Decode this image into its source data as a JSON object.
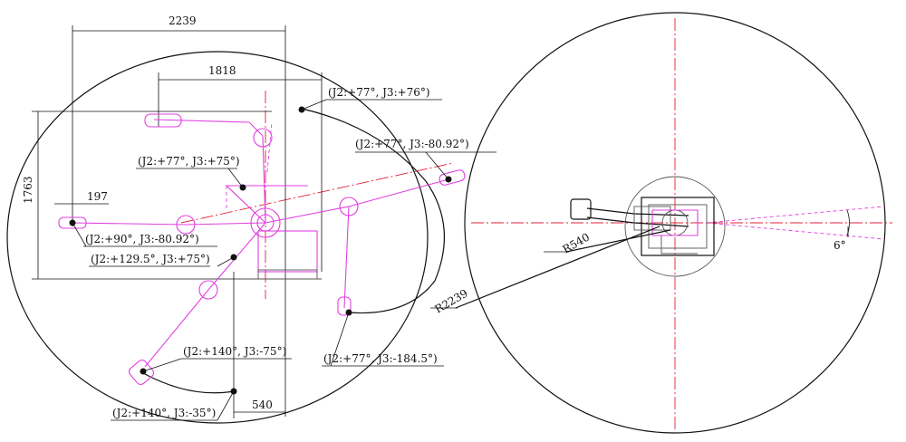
{
  "dimensions": {
    "width_total": "2239",
    "width_inner": "1818",
    "height_left": "1763",
    "offset_left": "197",
    "offset_bottom": "540",
    "radius_outer": "R2239",
    "radius_inner": "R540",
    "angle": "6°"
  },
  "pose_labels": [
    "(J2:+77°, J3:+76°)",
    "(J2:+77°, J3:-80.92°)",
    "(J2:+77°, J3:+75°)",
    "(J2:+90°, J3:-80.92°)",
    "(J2:+129.5°, J3:+75°)",
    "(J2:+140°, J3:-75°)",
    "(J2:+140°, J3:-35°)",
    "(J2:+77°, J3:-184.5°)"
  ],
  "colors": {
    "line": "#111111",
    "centerline": "#e0203a",
    "robot_outline": "#e040e0"
  }
}
